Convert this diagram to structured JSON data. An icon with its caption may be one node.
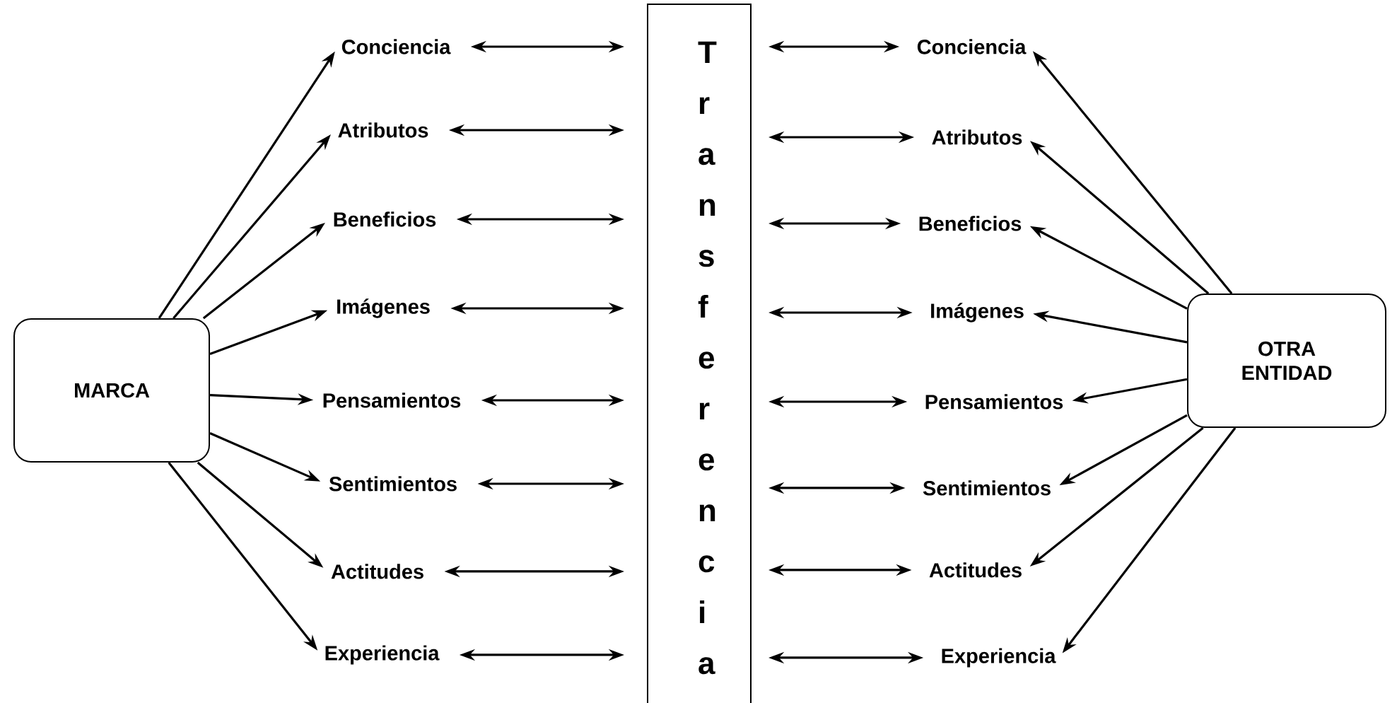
{
  "diagram": {
    "nodes": [
      {
        "text": [
          "MARCA"
        ]
      },
      {
        "text": [
          "Conciencia"
        ]
      },
      {
        "text": [
          "Atributos"
        ]
      },
      {
        "text": [
          "Beneficios"
        ]
      },
      {
        "text": [
          "Imágenes"
        ]
      },
      {
        "text": [
          "Pensamientos"
        ]
      },
      {
        "text": [
          "Sentimientos"
        ]
      },
      {
        "text": [
          "Actitudes"
        ]
      },
      {
        "text": [
          "Experiencia"
        ]
      },
      {
        "text": [
          "Transferencia"
        ]
      },
      {
        "text": [
          "Conciencia"
        ]
      },
      {
        "text": [
          "Atributos"
        ]
      },
      {
        "text": [
          "Beneficios"
        ]
      },
      {
        "text": [
          "Imágenes"
        ]
      },
      {
        "text": [
          "Pensamientos"
        ]
      },
      {
        "text": [
          "Sentimientos"
        ]
      },
      {
        "text": [
          "Actitudes"
        ]
      },
      {
        "text": [
          "Experiencia"
        ]
      },
      {
        "text": [
          "OTRA ENTIDAD"
        ]
      }
    ],
    "edges": [
      {
        "from": 0,
        "to": 1,
        "arrow": "to"
      },
      {
        "from": 0,
        "to": 2,
        "arrow": "to"
      },
      {
        "from": 0,
        "to": 3,
        "arrow": "to"
      },
      {
        "from": 0,
        "to": 4,
        "arrow": "to"
      },
      {
        "from": 0,
        "to": 5,
        "arrow": "to"
      },
      {
        "from": 0,
        "to": 6,
        "arrow": "to"
      },
      {
        "from": 0,
        "to": 7,
        "arrow": "to"
      },
      {
        "from": 0,
        "to": 8,
        "arrow": "to"
      },
      {
        "from": 1,
        "to": 9,
        "arrow": "both"
      },
      {
        "from": 2,
        "to": 9,
        "arrow": "both"
      },
      {
        "from": 3,
        "to": 9,
        "arrow": "both"
      },
      {
        "from": 4,
        "to": 9,
        "arrow": "both"
      },
      {
        "from": 5,
        "to": 9,
        "arrow": "both"
      },
      {
        "from": 6,
        "to": 9,
        "arrow": "both"
      },
      {
        "from": 7,
        "to": 9,
        "arrow": "both"
      },
      {
        "from": 8,
        "to": 9,
        "arrow": "both"
      },
      {
        "from": 9,
        "to": 10,
        "arrow": "both"
      },
      {
        "from": 9,
        "to": 11,
        "arrow": "both"
      },
      {
        "from": 9,
        "to": 12,
        "arrow": "both"
      },
      {
        "from": 9,
        "to": 13,
        "arrow": "both"
      },
      {
        "from": 9,
        "to": 14,
        "arrow": "both"
      },
      {
        "from": 9,
        "to": 15,
        "arrow": "both"
      },
      {
        "from": 9,
        "to": 16,
        "arrow": "both"
      },
      {
        "from": 9,
        "to": 17,
        "arrow": "both"
      },
      {
        "from": 18,
        "to": 10,
        "arrow": "to"
      },
      {
        "from": 18,
        "to": 11,
        "arrow": "to"
      },
      {
        "from": 18,
        "to": 12,
        "arrow": "to"
      },
      {
        "from": 18,
        "to": 13,
        "arrow": "to"
      },
      {
        "from": 18,
        "to": 14,
        "arrow": "to"
      },
      {
        "from": 18,
        "to": 15,
        "arrow": "to"
      },
      {
        "from": 18,
        "to": 16,
        "arrow": "to"
      },
      {
        "from": 18,
        "to": 17,
        "arrow": "to"
      }
    ]
  }
}
